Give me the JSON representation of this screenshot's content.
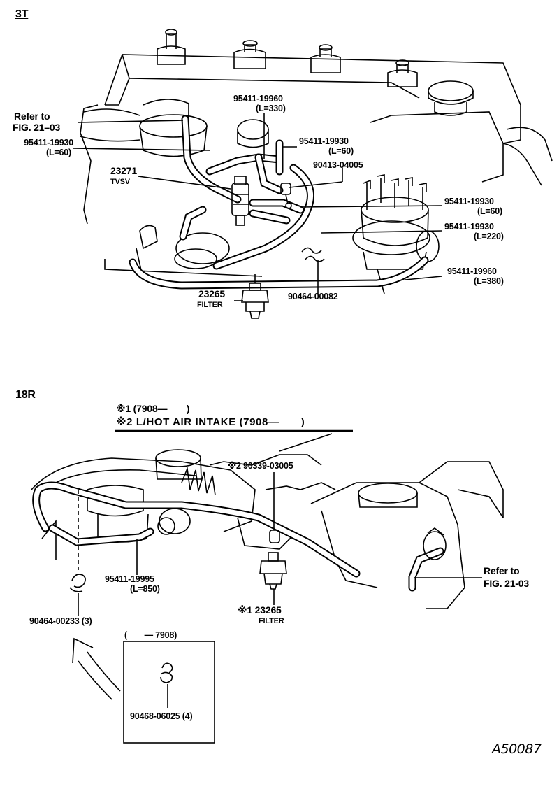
{
  "sections": {
    "top": {
      "title": "3T"
    },
    "bottom": {
      "title": "18R"
    }
  },
  "callouts_3t": {
    "refer": {
      "line1": "Refer to",
      "line2": "FIG. 21–03"
    },
    "hose_left": {
      "part": "95411-19930",
      "len": "(L=60)"
    },
    "hose_330": {
      "part": "95411-19960",
      "len": "(L=330)"
    },
    "hose_right60": {
      "part": "95411-19930",
      "len": "(L=60)"
    },
    "valve": {
      "part": "90413-04005"
    },
    "tvsv": {
      "part": "23271",
      "name": "TVSV"
    },
    "hose_dist60": {
      "part": "95411-19930",
      "len": "(L=60)"
    },
    "hose_220": {
      "part": "95411-19930",
      "len": "(L=220)"
    },
    "hose_380": {
      "part": "95411-19960",
      "len": "(L=380)"
    },
    "filter": {
      "part": "23265",
      "name": "FILTER"
    },
    "clip": {
      "part": "90464-00082"
    }
  },
  "callouts_18r": {
    "note1": "※1 (7908—　　)",
    "note2": "※2 L/HOT AIR INTAKE (7908—　　)",
    "jet": {
      "part": "※2 90339-03005"
    },
    "hose_850": {
      "part": "95411-19995",
      "len": "(L=850)"
    },
    "clip_a": {
      "part": "90464-00233 (3)"
    },
    "refer": {
      "line1": "Refer to",
      "line2": "FIG. 21-03"
    },
    "filter": {
      "part": "※1 23265",
      "name": "FILTER"
    },
    "inset": {
      "title": "(　　— 7908)",
      "part": "90468-06025 (4)"
    }
  },
  "drawing_code": "A50087"
}
